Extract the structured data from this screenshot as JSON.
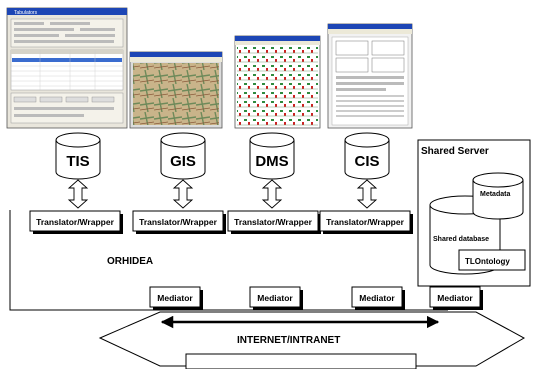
{
  "systems": [
    {
      "db": "TIS",
      "wrapper": "Translator/Wrapper"
    },
    {
      "db": "GIS",
      "wrapper": "Translator/Wrapper"
    },
    {
      "db": "DMS",
      "wrapper": "Translator/Wrapper"
    },
    {
      "db": "CIS",
      "wrapper": "Translator/Wrapper"
    }
  ],
  "orhidea_label": "ORHIDEA",
  "mediators": [
    "Mediator",
    "Mediator",
    "Mediator",
    "Mediator"
  ],
  "shared_server": {
    "title": "Shared Server",
    "metadata_label": "Metadata",
    "shared_db_label": "Shared database",
    "ontology_label": "TLOntology"
  },
  "network_label": "INTERNET/INTRANET",
  "thumbnail_titles": {
    "tis_window_title": "Tabulators"
  }
}
